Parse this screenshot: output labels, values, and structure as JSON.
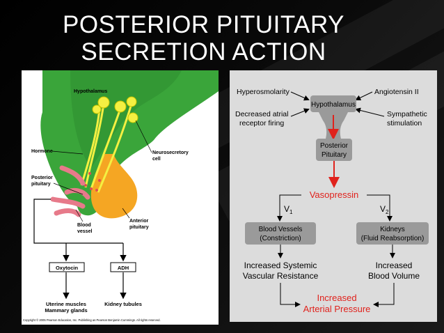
{
  "title": {
    "line1": "POSTERIOR PITUITARY",
    "line2": "SECRETION ACTION"
  },
  "left": {
    "hypothalamus": "Hypothalamus",
    "hormone": "Hormone",
    "neurosecretory1": "Neurosecretory",
    "neurosecretory2": "cell",
    "posterior1": "Posterior",
    "posterior2": "pituitary",
    "anterior1": "Anterior",
    "anterior2": "pituitary",
    "blood1": "Blood",
    "blood2": "vessel",
    "oxytocin": "Oxytocin",
    "adh": "ADH",
    "uterine1": "Uterine muscles",
    "uterine2": "Mammary glands",
    "kidney_tubules": "Kidney tubules",
    "copyright": "Copyright © 2005 Pearson Education, Inc. Publishing as Pearson Benjamin Cummings. All rights reserved."
  },
  "right": {
    "hyperosmolarity": "Hyperosmolarity",
    "angiotensin": "Angiotensin II",
    "decreased1": "Decreased atrial",
    "decreased2": "receptor firing",
    "sympathetic1": "Sympathetic",
    "sympathetic2": "stimulation",
    "hypothalamus": "Hypothalamus",
    "posterior1": "Posterior",
    "posterior2": "Pituitary",
    "vasopressin": "Vasopressin",
    "v1": "V",
    "v1_sub": "1",
    "v2": "V",
    "v2_sub": "2",
    "bv1": "Blood Vessels",
    "bv2": "(Constriction)",
    "kid1": "Kidneys",
    "kid2": "(Fluid Reabsorption)",
    "isv1": "Increased Systemic",
    "isv2": "Vascular Resistance",
    "ibv1": "Increased",
    "ibv2": "Blood Volume",
    "iap1": "Increased",
    "iap2": "Arterial Pressure"
  },
  "colors": {
    "red": "#e0221c",
    "green": "#2aa832",
    "orange": "#f5a623",
    "box_gray": "#9a9a9a"
  }
}
